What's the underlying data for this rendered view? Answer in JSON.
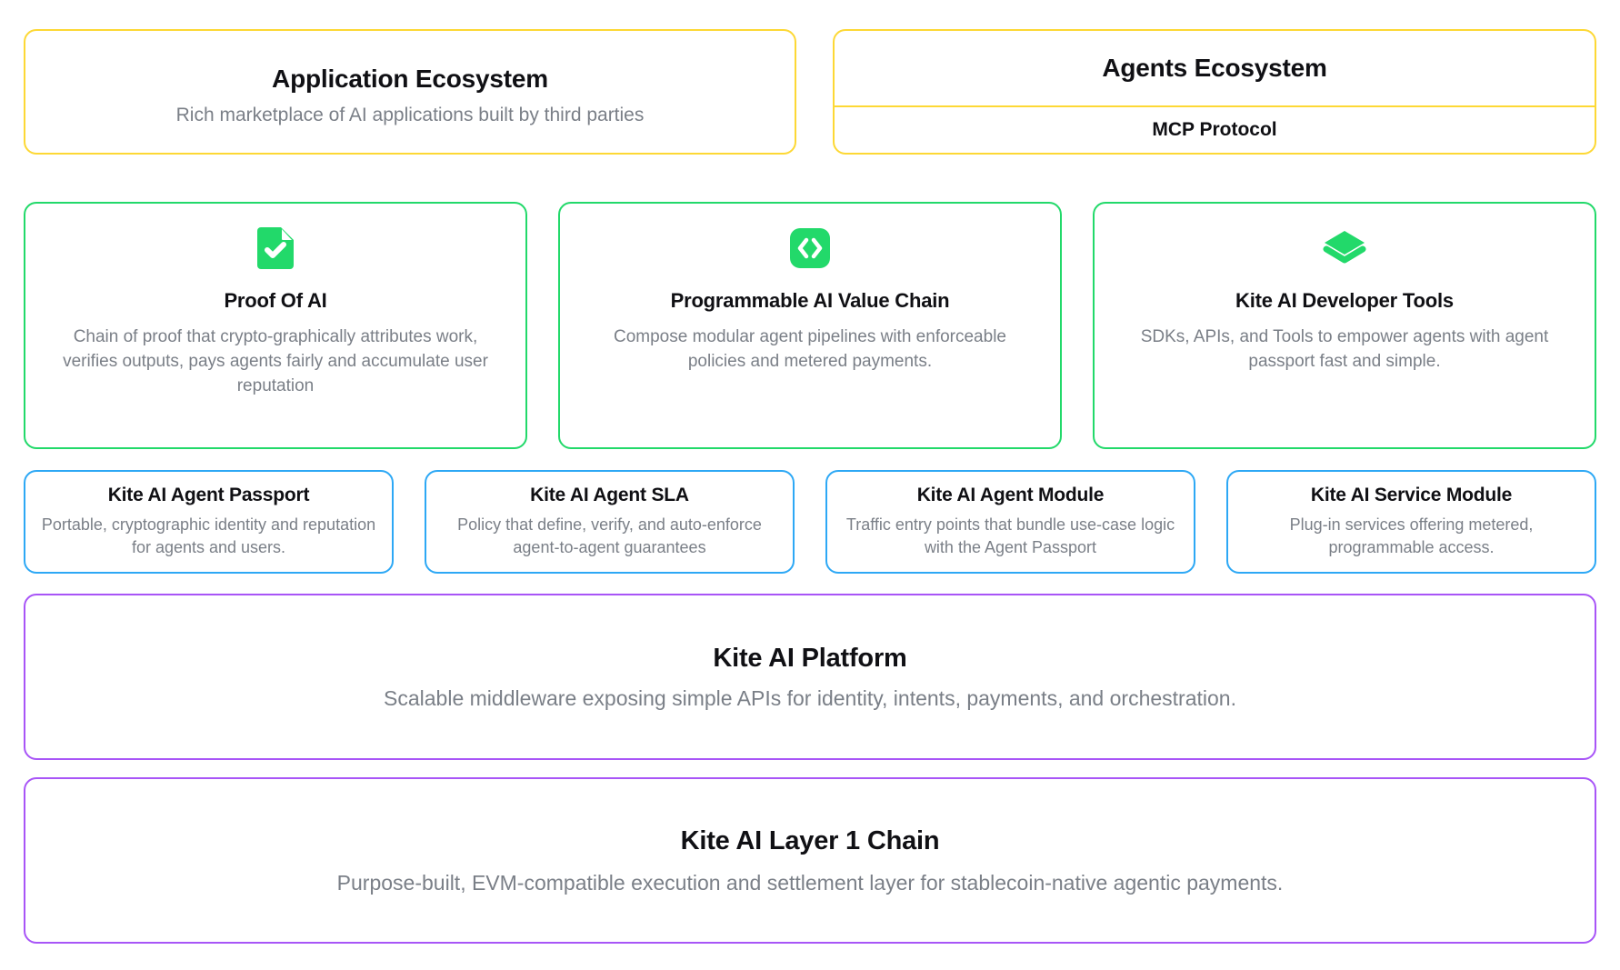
{
  "colors": {
    "ecosystem_border": "#fdd835",
    "pillar_border": "#22d96a",
    "module_border": "#2da8f5",
    "platform_border": "#a855f7",
    "icon_green": "#22d96a",
    "title_text": "#101014",
    "subtitle_text": "#7a7f87",
    "background": "#ffffff"
  },
  "ecosystem": {
    "application": {
      "title": "Application Ecosystem",
      "subtitle": "Rich marketplace of AI applications built by third parties"
    },
    "agents": {
      "title": "Agents Ecosystem",
      "protocol_label": "MCP Protocol"
    }
  },
  "pillars": [
    {
      "icon": "file-check-icon",
      "title": "Proof Of AI",
      "subtitle": "Chain of proof that crypto-graphically attributes work, verifies outputs, pays agents fairly and accumulate user reputation"
    },
    {
      "icon": "code-brackets-icon",
      "title": "Programmable AI Value Chain",
      "subtitle": "Compose modular agent pipelines with enforceable policies and metered payments."
    },
    {
      "icon": "layers-icon",
      "title": "Kite AI Developer Tools",
      "subtitle": "SDKs, APIs, and Tools to empower agents with agent passport fast and simple."
    }
  ],
  "modules": [
    {
      "title": "Kite AI Agent Passport",
      "subtitle": "Portable, cryptographic identity and reputation for agents and users."
    },
    {
      "title": "Kite AI Agent SLA",
      "subtitle": "Policy that define, verify, and auto-enforce agent-to-agent guarantees"
    },
    {
      "title": "Kite AI Agent Module",
      "subtitle": "Traffic entry points that bundle use-case logic with the Agent Passport"
    },
    {
      "title": "Kite AI Service Module",
      "subtitle": "Plug-in services offering metered, programmable access."
    }
  ],
  "platform": {
    "title": "Kite AI Platform",
    "subtitle": "Scalable middleware exposing simple APIs for identity, intents, payments, and orchestration."
  },
  "chain": {
    "title": "Kite AI Layer 1 Chain",
    "subtitle": "Purpose-built, EVM-compatible execution and settlement layer for stablecoin-native agentic payments."
  }
}
